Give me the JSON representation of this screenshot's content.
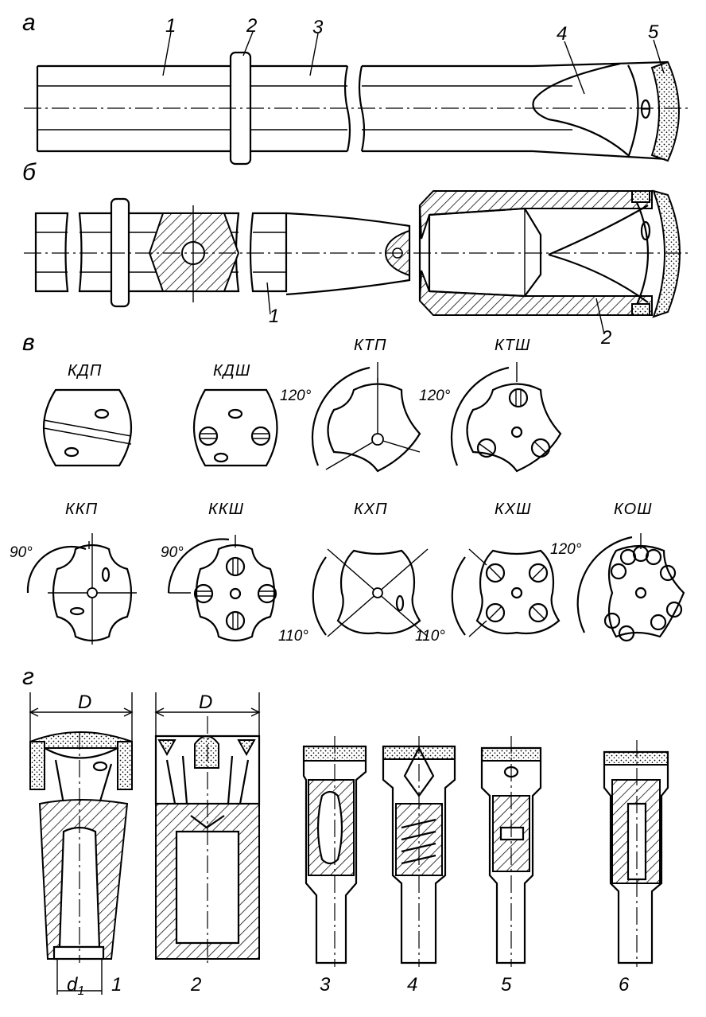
{
  "sections": {
    "a": "а",
    "b": "б",
    "v": "в",
    "g": "г"
  },
  "part_a": {
    "labels": [
      "1",
      "2",
      "3",
      "4",
      "5"
    ]
  },
  "part_b": {
    "labels": [
      "1",
      "2"
    ]
  },
  "part_v": {
    "bits": [
      {
        "code": "КДП"
      },
      {
        "code": "КДШ"
      },
      {
        "code": "КТП",
        "angle": "120°"
      },
      {
        "code": "КТШ",
        "angle": "120°"
      },
      {
        "code": "ККП",
        "angle": "90°"
      },
      {
        "code": "ККШ",
        "angle": "90°"
      },
      {
        "code": "КХП",
        "angle": "110°"
      },
      {
        "code": "КХШ",
        "angle": "110°"
      },
      {
        "code": "КОШ",
        "angle": "120°"
      }
    ]
  },
  "part_g": {
    "dim_D": "D",
    "dim_d1": "d",
    "dim_d1_sub": "1",
    "labels": [
      "1",
      "2",
      "3",
      "4",
      "5",
      "6"
    ]
  }
}
